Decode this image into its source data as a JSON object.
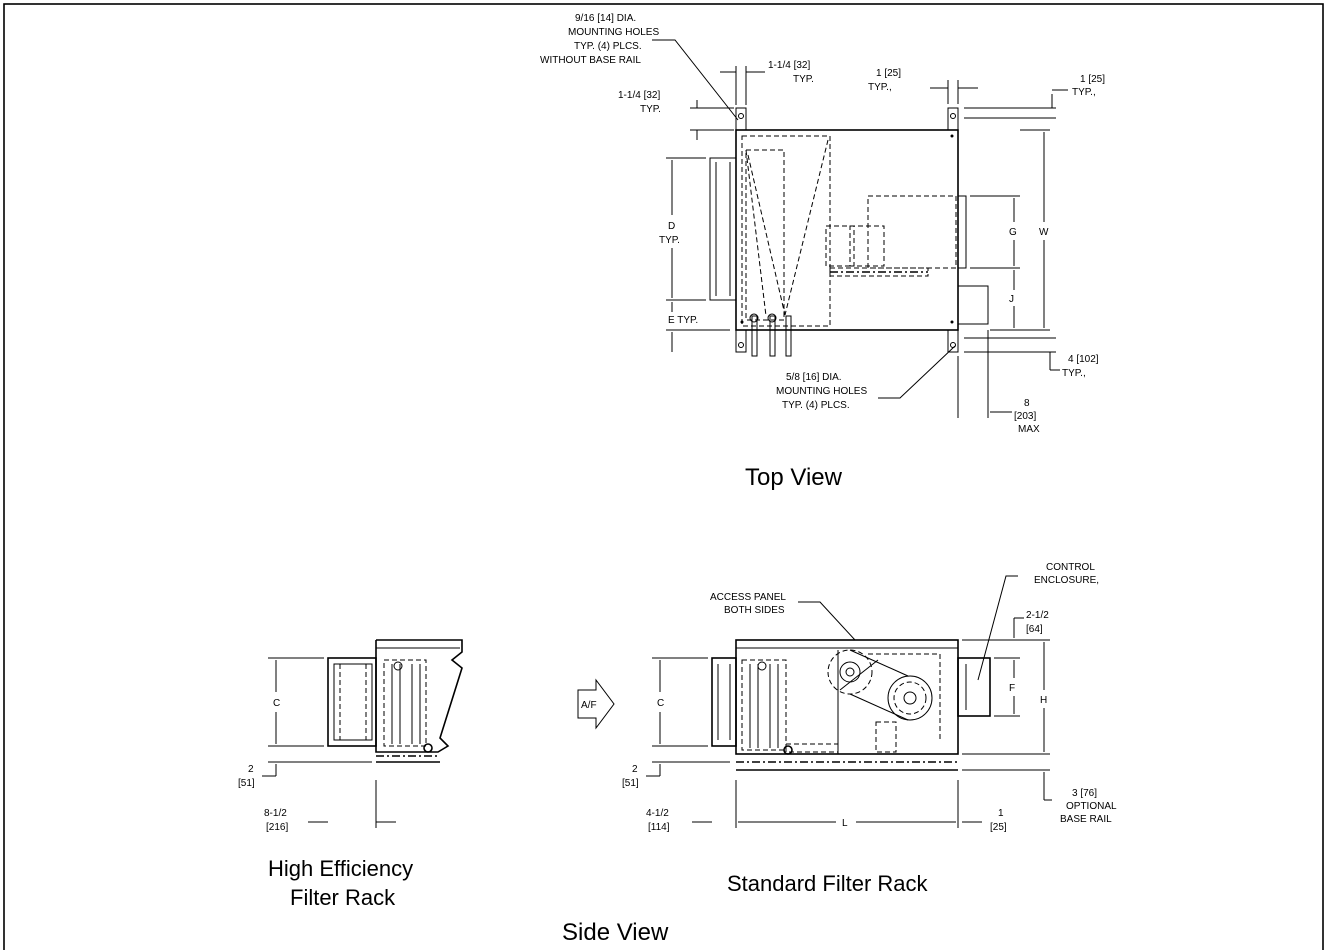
{
  "top_view": {
    "caption": "Top View",
    "notes": {
      "mount_916_l1": "9/16 [14] DIA.",
      "mount_916_l2": "MOUNTING HOLES",
      "mount_916_l3": "TYP. (4) PLCS.",
      "mount_916_l4": "WITHOUT BASE RAIL",
      "dim_114_a_l1": "1-1/4 [32]",
      "dim_114_a_l2": "TYP.",
      "dim_114_b_l1": "1-1/4 [32]",
      "dim_114_b_l2": "TYP.",
      "dim_1_a_l1": "1 [25]",
      "dim_1_a_l2": "TYP.,",
      "dim_1_b_l1": "1 [25]",
      "dim_1_b_l2": "TYP.,",
      "d_l1": "D",
      "d_l2": "TYP.",
      "e": "E TYP.",
      "g": "G",
      "w": "W",
      "j": "J",
      "dim_4_l1": "4 [102]",
      "dim_4_l2": "TYP.,",
      "mount_58_l1": "5/8 [16] DIA.",
      "mount_58_l2": "MOUNTING HOLES",
      "mount_58_l3": "TYP. (4) PLCS.",
      "dim_8_l1": "8",
      "dim_8_l2": "[203]",
      "dim_8_l3": "MAX"
    }
  },
  "side_view": {
    "caption": "Side View",
    "hef": {
      "caption_l1": "High Efficiency",
      "caption_l2": "Filter Rack",
      "c": "C",
      "dim_2_l1": "2",
      "dim_2_l2": "[51]",
      "dim_812_l1": "8-1/2",
      "dim_812_l2": "[216]"
    },
    "airflow": "A/F",
    "std": {
      "caption": "Standard Filter Rack",
      "access_l1": "ACCESS PANEL",
      "access_l2": "BOTH SIDES",
      "control_l1": "CONTROL",
      "control_l2": "ENCLOSURE,",
      "dim_212_l1": "2-1/2",
      "dim_212_l2": "[64]",
      "c": "C",
      "f": "F",
      "h": "H",
      "dim_2_l1": "2",
      "dim_2_l2": "[51]",
      "dim_412_l1": "4-1/2",
      "dim_412_l2": "[114]",
      "l": "L",
      "dim_1_l1": "1",
      "dim_1_l2": "[25]",
      "dim_3_l1": "3 [76]",
      "dim_3_l2": "OPTIONAL",
      "dim_3_l3": "BASE RAIL"
    }
  }
}
